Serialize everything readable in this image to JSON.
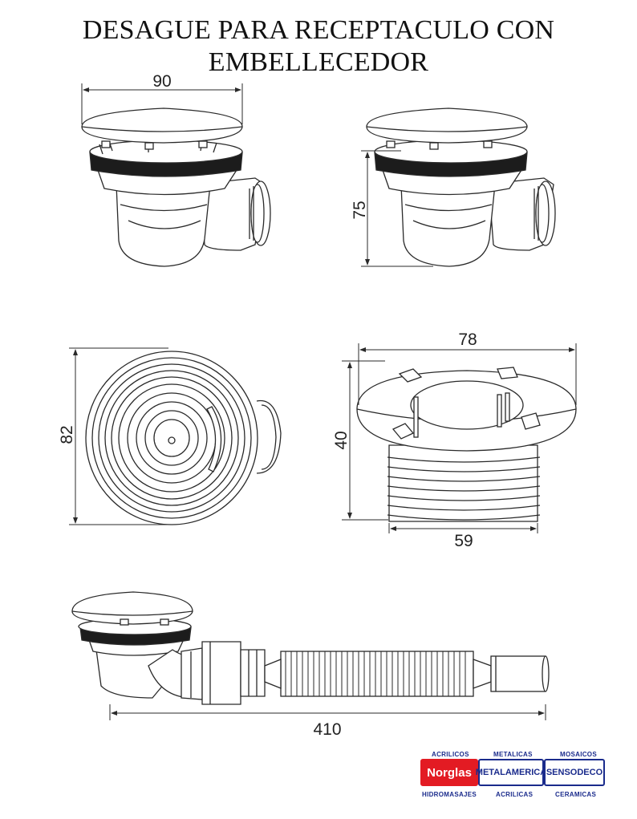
{
  "title": {
    "line1": "DESAGUE PARA RECEPTACULO CON",
    "line2": "EMBELLECEDOR"
  },
  "dimensions": {
    "top_left_width": "90",
    "top_right_height": "75",
    "mid_left_diameter": "82",
    "mid_right_top_width": "78",
    "mid_right_height": "40",
    "mid_right_bottom_width": "59",
    "bottom_length": "410"
  },
  "logos": {
    "norglas": {
      "top": "ACRILICOS",
      "name": "Norglas",
      "bottom": "HIDROMASAJES"
    },
    "metalamerica": {
      "top": "METALICAS",
      "name": "METALAMERICA",
      "bottom": "ACRILICAS"
    },
    "sensodeco": {
      "top": "MOSAICOS",
      "name": "SENSODECO",
      "bottom": "CERAMICAS"
    }
  },
  "colors": {
    "line": "#2a2a2a",
    "brand_blue": "#1a2b8c",
    "brand_red": "#e31b23"
  }
}
